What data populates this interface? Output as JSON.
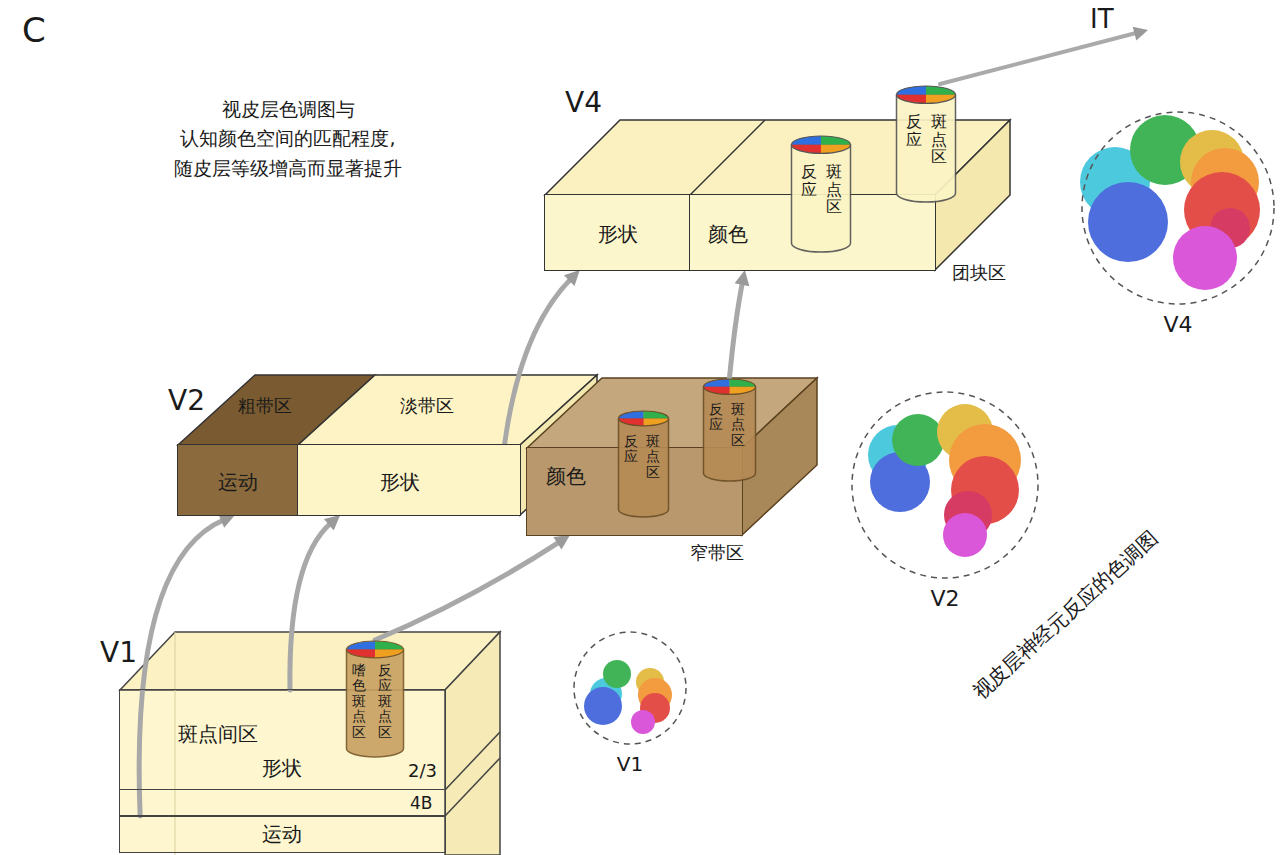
{
  "diagram": {
    "nodes": [
      {
        "text": [
          "V1"
        ]
      },
      {
        "text": [
          "斑点间区",
          "形状",
          "2/3"
        ],
        "in": 0
      },
      {
        "text": [
          "4B"
        ],
        "in": 0
      },
      {
        "text": [
          "运动"
        ],
        "in": 0
      },
      {
        "text": [
          "嗜色斑点区",
          "反应斑点区"
        ],
        "in": 1
      },
      {
        "text": [
          "V2"
        ]
      },
      {
        "text": [
          "粗带区",
          "运动"
        ],
        "in": 5
      },
      {
        "text": [
          "淡带区",
          "形状"
        ],
        "in": 5
      },
      {
        "text": [
          "颜色",
          "窄带区"
        ]
      },
      {
        "text": [
          "反应",
          "斑点区"
        ],
        "in": 8
      },
      {
        "text": [
          "反应",
          "斑点区"
        ],
        "in": 8
      },
      {
        "text": [
          "V4"
        ]
      },
      {
        "text": [
          "形状"
        ],
        "in": 11
      },
      {
        "text": [
          "颜色",
          "团块区"
        ],
        "in": 11
      },
      {
        "text": [
          "反应",
          "斑点区"
        ],
        "in": 13
      },
      {
        "text": [
          "反应",
          "斑点区"
        ],
        "in": 13
      },
      {
        "text": [
          "V1"
        ]
      },
      {
        "text": [
          "V2"
        ]
      },
      {
        "text": [
          "V4"
        ]
      }
    ],
    "edges": [
      {
        "from": 3,
        "to": 6,
        "arrow": "to"
      },
      {
        "from": 1,
        "to": 7,
        "arrow": "to"
      },
      {
        "from": 4,
        "to": 8,
        "arrow": "to"
      },
      {
        "from": 7,
        "to": 12,
        "arrow": "to"
      },
      {
        "from": 10,
        "to": 13,
        "arrow": "to"
      }
    ],
    "labels": [
      "C",
      "视皮层色调图与 认知颜色空间的匹配程度, 随皮层等级增高而显著提升",
      "IT",
      "视皮层神经元反应的色调图"
    ]
  }
}
